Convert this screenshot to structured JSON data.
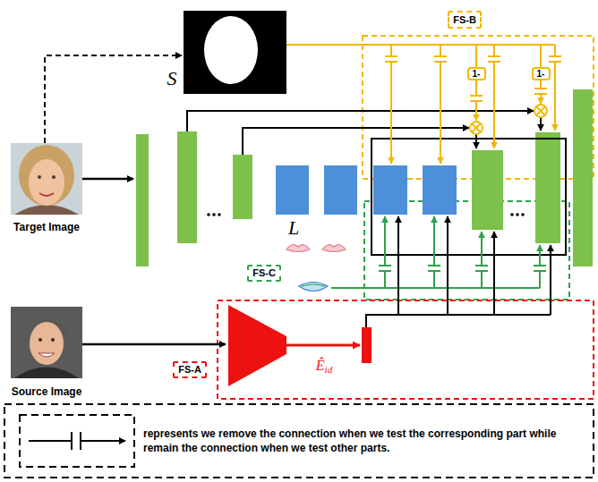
{
  "diagram": {
    "nodes": [
      {
        "text": [
          "FS-B"
        ]
      },
      {
        "text": [
          "1-"
        ]
      },
      {
        "text": [
          "1-"
        ]
      },
      {
        "text": [
          "FS-C"
        ]
      },
      {
        "text": [
          "FS-A"
        ]
      }
    ],
    "labels": [
      "S",
      "Target Image",
      "L",
      "Source Image",
      "Êid"
    ],
    "legend": [
      {
        "text": "represents we remove the connection when we test the corresponding part while remain the connection when we test other parts."
      }
    ]
  }
}
